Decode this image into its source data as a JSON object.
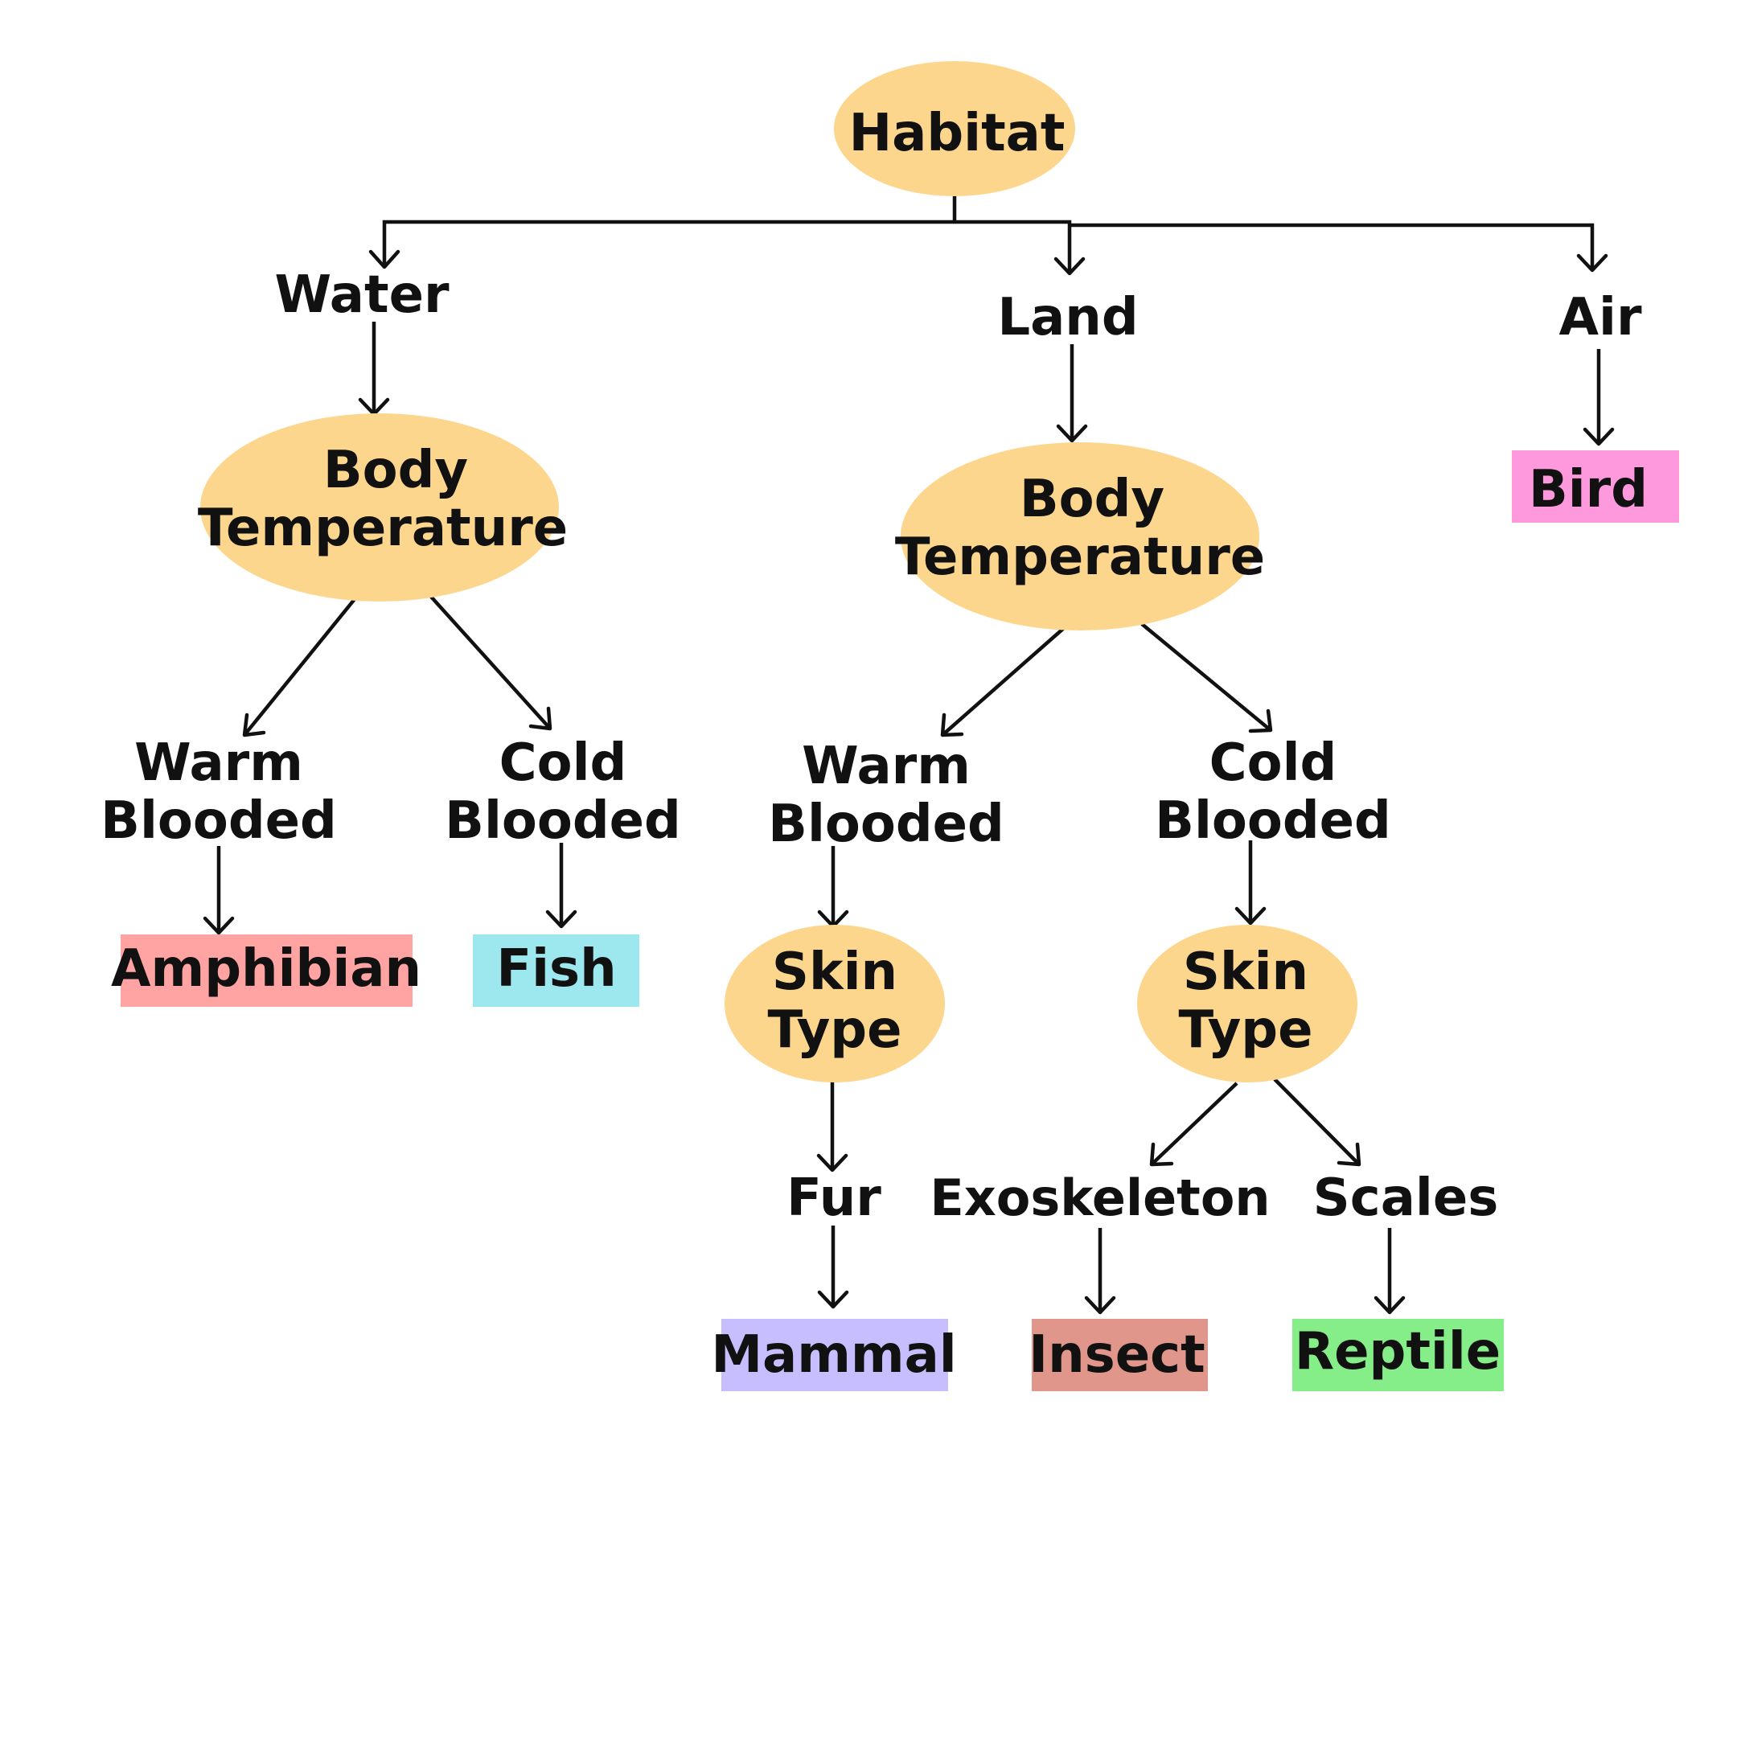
{
  "colors": {
    "decision_fill": "#FDD68E",
    "amphibian_fill": "#FFA3A3",
    "fish_fill": "#9CE8EE",
    "bird_fill": "#FF99DE",
    "mammal_fill": "#C7BEFF",
    "insect_fill": "#E0968A",
    "reptile_fill": "#86EE88",
    "line": "#111111",
    "text": "#111111"
  },
  "nodes": {
    "habitat": "Habitat",
    "water": "Water",
    "land": "Land",
    "air": "Air",
    "water_body_temp": [
      "Body",
      "Temperature"
    ],
    "land_body_temp": [
      "Body",
      "Temperature"
    ],
    "water_warm": [
      "Warm",
      "Blooded"
    ],
    "water_cold": [
      "Cold",
      "Blooded"
    ],
    "land_warm": [
      "Warm",
      "Blooded"
    ],
    "land_cold": [
      "Cold",
      "Blooded"
    ],
    "skin_type_warm": [
      "Skin",
      "Type"
    ],
    "skin_type_cold": [
      "Skin",
      "Type"
    ],
    "fur": "Fur",
    "exoskeleton": "Exoskeleton",
    "scales": "Scales"
  },
  "outcomes": {
    "amphibian": "Amphibian",
    "fish": "Fish",
    "bird": "Bird",
    "mammal": "Mammal",
    "insect": "Insect",
    "reptile": "Reptile"
  }
}
